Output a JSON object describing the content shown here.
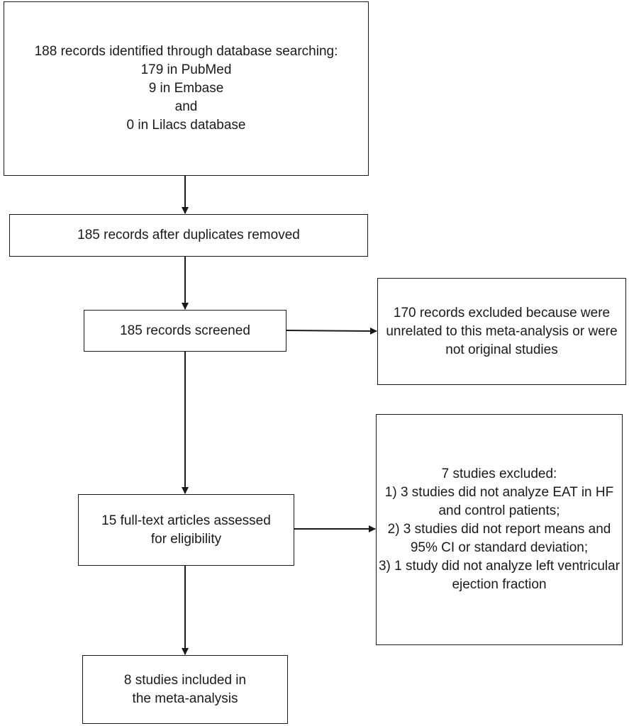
{
  "flowchart": {
    "identified": {
      "lines": [
        "188 records identified through database searching:",
        "179 in PubMed",
        "9 in Embase",
        "and",
        "0 in Lilacs database"
      ]
    },
    "duplicates_removed": {
      "lines": [
        "185 records after duplicates removed"
      ]
    },
    "screened": {
      "lines": [
        "185 records screened"
      ]
    },
    "excluded_screening": {
      "lines": [
        "170 records excluded because were",
        "unrelated to this meta-analysis or were",
        "not original studies"
      ]
    },
    "full_text": {
      "lines": [
        "15 full-text articles assessed",
        "for eligibility"
      ]
    },
    "excluded_full_text": {
      "lines": [
        "7 studies excluded:",
        "1) 3 studies did not analyze EAT in HF",
        "and control patients;",
        "2) 3 studies did not report means and",
        "95% CI or standard deviation;",
        "3) 1 study did not analyze left ventricular",
        "ejection fraction"
      ]
    },
    "included": {
      "lines": [
        "8 studies included in",
        "the meta-analysis"
      ]
    }
  },
  "colors": {
    "stroke": "#1a1a1a",
    "background": "#ffffff"
  }
}
